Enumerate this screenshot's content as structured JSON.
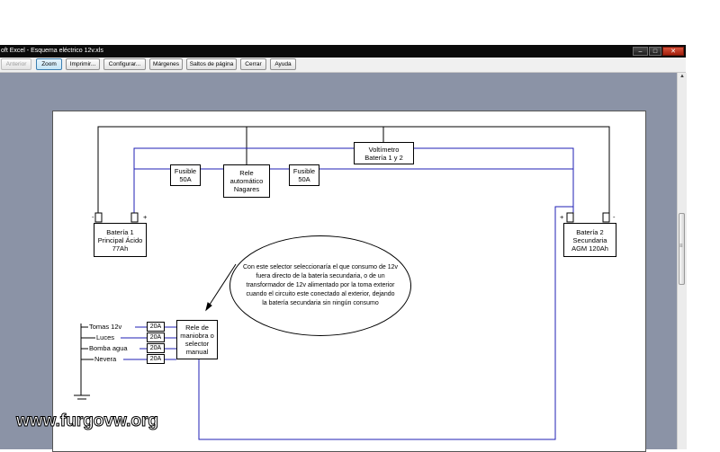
{
  "window": {
    "title": "oft Excel - Esquema eléctrico 12v.xls",
    "controls": {
      "minimize_icon": "minimize-icon",
      "maximize_icon": "maximize-icon",
      "close_icon": "close-icon"
    }
  },
  "toolbar": {
    "buttons": [
      {
        "label": "Anterior",
        "state": "disabled"
      },
      {
        "label": "Zoom",
        "state": "active"
      },
      {
        "label": "Imprimir...",
        "state": "normal"
      },
      {
        "label": "Configurar...",
        "state": "normal"
      },
      {
        "label": "Márgenes",
        "state": "normal"
      },
      {
        "label": "Saltos de página",
        "state": "normal"
      },
      {
        "label": "Cerrar",
        "state": "normal"
      },
      {
        "label": "Ayuda",
        "state": "normal"
      }
    ]
  },
  "diagram": {
    "voltmeter": "Voltímetro\nBatería 1 y 2",
    "fuse_left": "Fusible\n50A",
    "relay": "Rele\nautomático\nNagares",
    "fuse_right": "Fusible\n50A",
    "battery1": "Batería 1\nPrincipal Ácido\n77Ah",
    "battery2": "Batería 2\nSecundaria\nAGM 120Ah",
    "note": "Con este selector seleccionaría el que consumo de 12v fuera directo de la batería secundaria, o de un transformador de 12v alimentado por la toma exterior cuando el circuito este conectado al exterior, dejando la batería secundaria sin ningún consumo",
    "selector": "Rele de\nmaniobra o\nselector\nmanual",
    "sign_minus": "-",
    "sign_plus": "+",
    "loads": [
      {
        "label": "Tomas 12v",
        "fuse": "20A"
      },
      {
        "label": "Luces",
        "fuse": "20A"
      },
      {
        "label": "Bomba agua",
        "fuse": "20A"
      },
      {
        "label": "Nevera",
        "fuse": "20A"
      }
    ],
    "colors": {
      "positive_wire": "#1f1fb4",
      "ground_wire": "#000000"
    }
  },
  "watermark": "www.furgovw.org"
}
